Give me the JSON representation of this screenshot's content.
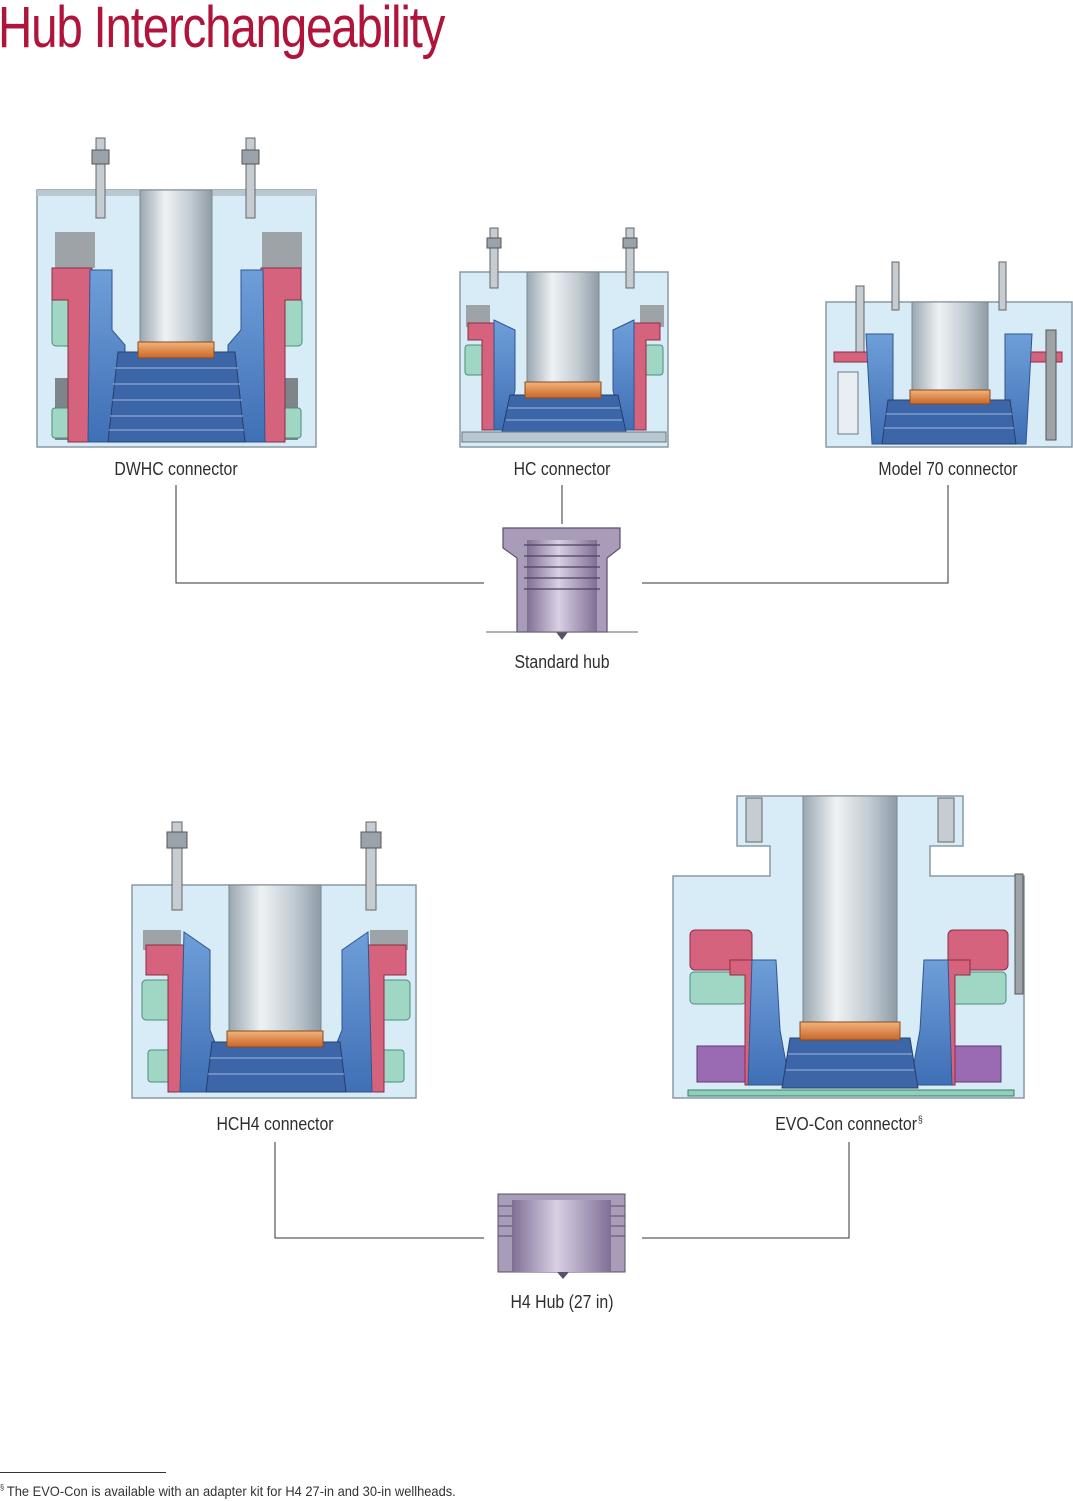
{
  "title": "Hub Interchangeability",
  "connectors": {
    "dwhc": "DWHC connector",
    "hc": "HC connector",
    "model70": "Model 70 connector",
    "hch4": "HCH4 connector",
    "evocon": "EVO-Con connector",
    "evocon_mark": "§"
  },
  "hubs": {
    "standard": "Standard hub",
    "h4": "H4 Hub (27 in)"
  },
  "footnote": {
    "mark": "§",
    "text": "The EVO-Con is available with an adapter kit for H4 27-in and 30-in wellheads."
  },
  "colors": {
    "title": "#b0143a",
    "body": "#d7ecf6",
    "pink": "#d5637d",
    "blue": "#5c93d3",
    "green": "#9fd7c4",
    "purple_hub": "#a99cb8",
    "copper": "#e08b48",
    "steel": "#c5cfd6"
  }
}
